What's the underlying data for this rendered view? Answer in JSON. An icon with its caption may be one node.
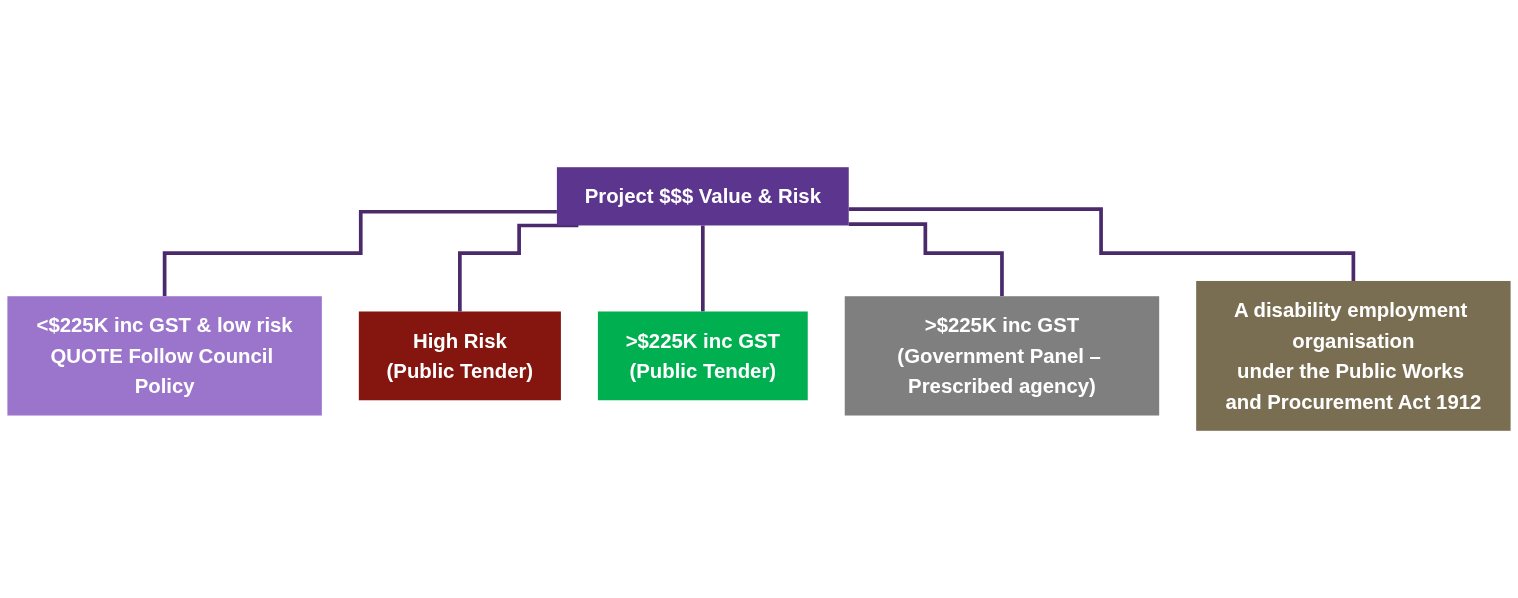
{
  "diagram": {
    "nodes": [
      {
        "text": [
          "Project $$$ Value & Risk"
        ]
      },
      {
        "text": [
          "<$225K inc GST & low risk",
          "QUOTE Follow Council Policy"
        ]
      },
      {
        "text": [
          "High Risk",
          "(Public Tender)"
        ]
      },
      {
        "text": [
          ">$225K inc GST",
          "(Public Tender)"
        ]
      },
      {
        "text": [
          ">$225K inc GST",
          "(Government Panel – Prescribed agency)"
        ]
      },
      {
        "text": [
          "A disability employment organisation",
          "under the Public Works and Procurement Act 1912"
        ]
      }
    ],
    "edges": [
      {
        "from": 0,
        "to": 1,
        "arrow": "none"
      },
      {
        "from": 0,
        "to": 2,
        "arrow": "none"
      },
      {
        "from": 0,
        "to": 3,
        "arrow": "none"
      },
      {
        "from": 0,
        "to": 4,
        "arrow": "none"
      },
      {
        "from": 0,
        "to": 5,
        "arrow": "none"
      }
    ]
  }
}
